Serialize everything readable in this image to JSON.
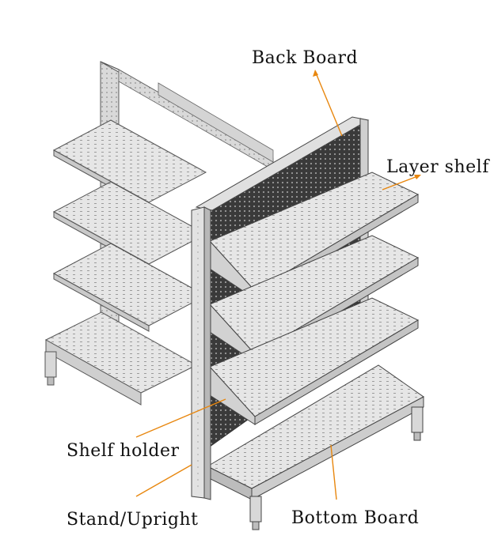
{
  "labels": {
    "back_board": "Back Board",
    "layer_shelf": "Layer shelf",
    "shelf_holder": "Shelf holder",
    "stand_upright": "Stand/Upright",
    "bottom_board": "Bottom Board"
  },
  "colors": {
    "leader_line": "#e8870f",
    "steel_light": "#e4e4e4",
    "steel_mid": "#c8c8c8",
    "steel_edge": "#555555",
    "pegboard_dark": "#3e3e3e"
  }
}
